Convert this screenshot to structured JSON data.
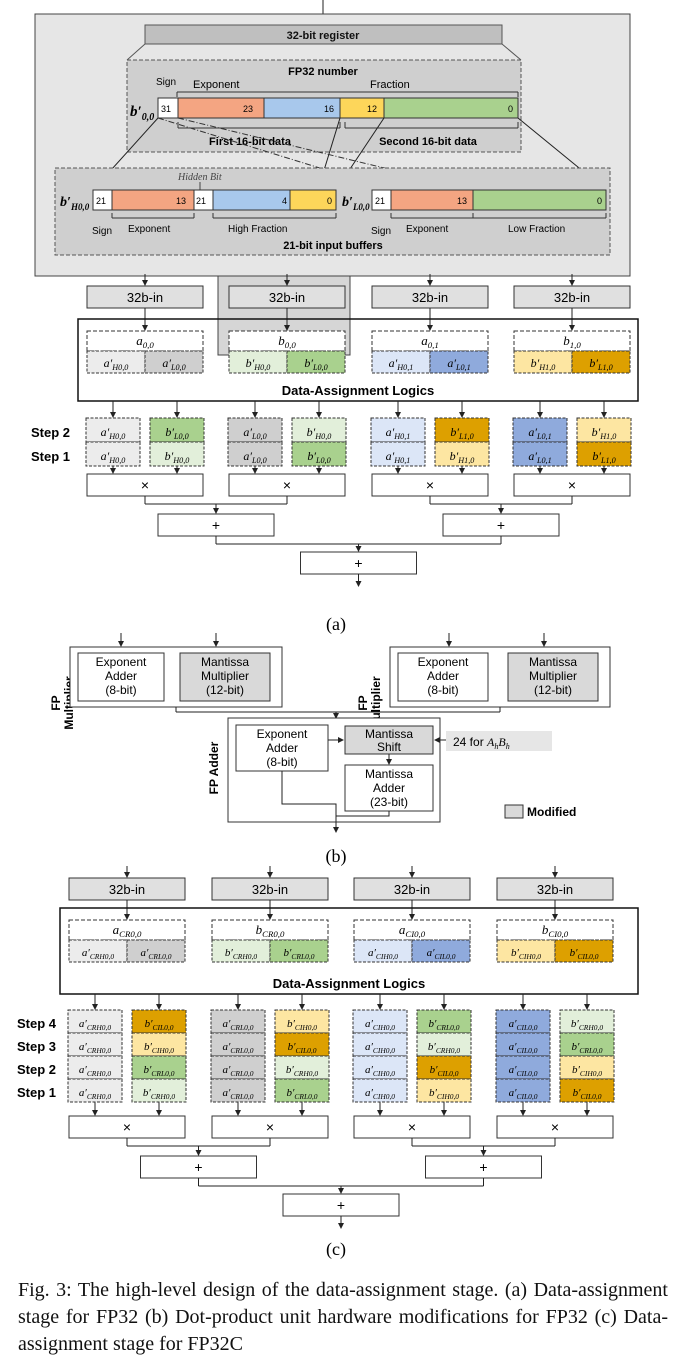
{
  "colors": {
    "orange": "#f4a582",
    "blue": "#a8c8ec",
    "yellow": "#fdd65a",
    "green": "#a9d18e",
    "lightgray": "#ececec",
    "gray": "#cfcfcf",
    "lightgreen": "#e2efda",
    "lightblue": "#dce6f7",
    "blue2": "#8faadc",
    "lightyellow": "#fde6a2",
    "gold": "#dda000",
    "panel": "#e6e6e6",
    "modified": "#d9d9d9"
  },
  "a": {
    "register": "32-bit register",
    "fp32_number": "FP32 number",
    "b00": "b′",
    "b00_sub": "0,0",
    "sign": "Sign",
    "exponent": "Exponent",
    "fraction": "Fraction",
    "n31": "31",
    "n23": "23",
    "n16": "16",
    "n12": "12",
    "n0": "0",
    "first16": "First 16-bit data",
    "second16": "Second 16-bit data",
    "hidden_bit": "Hidden Bit",
    "bH": "b′",
    "bH_sub": "H0,0",
    "bL": "b′",
    "bL_sub": "L0,0",
    "n21": "21",
    "n13": "13",
    "n4": "4",
    "high_fraction": "High Fraction",
    "low_fraction": "Low Fraction",
    "buffers": "21-bit input buffers",
    "in_label": "32b-in",
    "dal": "Data-Assignment Logics",
    "step2": "Step 2",
    "step1": "Step 1",
    "mul": "×",
    "add": "+",
    "groups": [
      {
        "top": "a",
        "top_sub": "0,0",
        "cells": [
          {
            "t": "a′",
            "s": "H0,0",
            "c": "lightgray"
          },
          {
            "t": "a′",
            "s": "L0,0",
            "c": "gray"
          }
        ],
        "steps": [
          [
            {
              "t": "a′",
              "s": "H0,0",
              "c": "lightgray"
            },
            {
              "t": "b′",
              "s": "L0,0",
              "c": "green"
            }
          ],
          [
            {
              "t": "a′",
              "s": "H0,0",
              "c": "lightgray"
            },
            {
              "t": "b′",
              "s": "H0,0",
              "c": "lightgreen"
            }
          ]
        ]
      },
      {
        "top": "b",
        "top_sub": "0,0",
        "cells": [
          {
            "t": "b′",
            "s": "H0,0",
            "c": "lightgreen"
          },
          {
            "t": "b′",
            "s": "L0,0",
            "c": "green"
          }
        ],
        "steps": [
          [
            {
              "t": "a′",
              "s": "L0,0",
              "c": "gray"
            },
            {
              "t": "b′",
              "s": "H0,0",
              "c": "lightgreen"
            }
          ],
          [
            {
              "t": "a′",
              "s": "L0,0",
              "c": "gray"
            },
            {
              "t": "b′",
              "s": "L0,0",
              "c": "green"
            }
          ]
        ]
      },
      {
        "top": "a",
        "top_sub": "0,1",
        "cells": [
          {
            "t": "a′",
            "s": "H0,1",
            "c": "lightblue"
          },
          {
            "t": "a′",
            "s": "L0,1",
            "c": "blue2"
          }
        ],
        "steps": [
          [
            {
              "t": "a′",
              "s": "H0,1",
              "c": "lightblue"
            },
            {
              "t": "b′",
              "s": "L1,0",
              "c": "gold"
            }
          ],
          [
            {
              "t": "a′",
              "s": "H0,1",
              "c": "lightblue"
            },
            {
              "t": "b′",
              "s": "H1,0",
              "c": "lightyellow"
            }
          ]
        ]
      },
      {
        "top": "b",
        "top_sub": "1,0",
        "cells": [
          {
            "t": "b′",
            "s": "H1,0",
            "c": "lightyellow"
          },
          {
            "t": "b′",
            "s": "L1,0",
            "c": "gold"
          }
        ],
        "steps": [
          [
            {
              "t": "a′",
              "s": "L0,1",
              "c": "blue2"
            },
            {
              "t": "b′",
              "s": "H1,0",
              "c": "lightyellow"
            }
          ],
          [
            {
              "t": "a′",
              "s": "L0,1",
              "c": "blue2"
            },
            {
              "t": "b′",
              "s": "L1,0",
              "c": "gold"
            }
          ]
        ]
      }
    ],
    "label": "(a)"
  },
  "b": {
    "fp_multiplier": "FP",
    "fp_multiplier2": "Multiplier",
    "exp_adder": [
      "Exponent",
      "Adder",
      "(8-bit)"
    ],
    "mant_mult": [
      "Mantissa",
      "Multiplier",
      "(12-bit)"
    ],
    "fp_adder": "FP Adder",
    "adder_exp": [
      "Exponent",
      "Adder",
      "(8-bit)"
    ],
    "mant_shift": [
      "Mantissa",
      "Shift"
    ],
    "shift_note": "24 for ",
    "shift_note_math": "A",
    "shift_note_sub1": "h",
    "shift_note_math2": "B",
    "shift_note_sub2": "h",
    "mant_adder": [
      "Mantissa",
      "Adder",
      "(23-bit)"
    ],
    "modified": "Modified",
    "label": "(b)"
  },
  "c": {
    "in_label": "32b-in",
    "dal": "Data-Assignment Logics",
    "steps": [
      "Step 4",
      "Step 3",
      "Step 2",
      "Step 1"
    ],
    "mul": "×",
    "add": "+",
    "groups": [
      {
        "top": "a",
        "top_sub": "CR0,0",
        "cells": [
          {
            "t": "a′",
            "s": "CRH0,0",
            "c": "lightgray"
          },
          {
            "t": "a′",
            "s": "CRL0,0",
            "c": "gray"
          }
        ],
        "steps": [
          [
            {
              "t": "a′",
              "s": "CRH0,0",
              "c": "lightgray"
            },
            {
              "t": "b′",
              "s": "CIL0,0",
              "c": "gold"
            }
          ],
          [
            {
              "t": "a′",
              "s": "CRH0,0",
              "c": "lightgray"
            },
            {
              "t": "b′",
              "s": "CIH0,0",
              "c": "lightyellow"
            }
          ],
          [
            {
              "t": "a′",
              "s": "CRH0,0",
              "c": "lightgray"
            },
            {
              "t": "b′",
              "s": "CRL0,0",
              "c": "green"
            }
          ],
          [
            {
              "t": "a′",
              "s": "CRH0,0",
              "c": "lightgray"
            },
            {
              "t": "b′",
              "s": "CRH0,0",
              "c": "lightgreen"
            }
          ]
        ]
      },
      {
        "top": "b",
        "top_sub": "CR0,0",
        "cells": [
          {
            "t": "b′",
            "s": "CRH0,0",
            "c": "lightgreen"
          },
          {
            "t": "b′",
            "s": "CRL0,0",
            "c": "green"
          }
        ],
        "steps": [
          [
            {
              "t": "a′",
              "s": "CRL0,0",
              "c": "gray"
            },
            {
              "t": "b′",
              "s": "CIH0,0",
              "c": "lightyellow"
            }
          ],
          [
            {
              "t": "a′",
              "s": "CRL0,0",
              "c": "gray"
            },
            {
              "t": "b′",
              "s": "CIL0,0",
              "c": "gold"
            }
          ],
          [
            {
              "t": "a′",
              "s": "CRL0,0",
              "c": "gray"
            },
            {
              "t": "b′",
              "s": "CRH0,0",
              "c": "lightgreen"
            }
          ],
          [
            {
              "t": "a′",
              "s": "CRL0,0",
              "c": "gray"
            },
            {
              "t": "b′",
              "s": "CRL0,0",
              "c": "green"
            }
          ]
        ]
      },
      {
        "top": "a",
        "top_sub": "CI0,0",
        "cells": [
          {
            "t": "a′",
            "s": "CIH0,0",
            "c": "lightblue"
          },
          {
            "t": "a′",
            "s": "CIL0,0",
            "c": "blue2"
          }
        ],
        "steps": [
          [
            {
              "t": "a′",
              "s": "CIH0,0",
              "c": "lightblue"
            },
            {
              "t": "b′",
              "s": "CRL0,0",
              "c": "green"
            }
          ],
          [
            {
              "t": "a′",
              "s": "CIH0,0",
              "c": "lightblue"
            },
            {
              "t": "b′",
              "s": "CRH0,0",
              "c": "lightgreen"
            }
          ],
          [
            {
              "t": "a′",
              "s": "CIH0,0",
              "c": "lightblue"
            },
            {
              "t": "b′",
              "s": "CIL0,0",
              "c": "gold"
            }
          ],
          [
            {
              "t": "a′",
              "s": "CIH0,0",
              "c": "lightblue"
            },
            {
              "t": "b′",
              "s": "CIH0,0",
              "c": "lightyellow"
            }
          ]
        ]
      },
      {
        "top": "b",
        "top_sub": "CI0,0",
        "cells": [
          {
            "t": "b′",
            "s": "CIH0,0",
            "c": "lightyellow"
          },
          {
            "t": "b′",
            "s": "CIL0,0",
            "c": "gold"
          }
        ],
        "steps": [
          [
            {
              "t": "a′",
              "s": "CIL0,0",
              "c": "blue2"
            },
            {
              "t": "b′",
              "s": "CRH0,0",
              "c": "lightgreen"
            }
          ],
          [
            {
              "t": "a′",
              "s": "CIL0,0",
              "c": "blue2"
            },
            {
              "t": "b′",
              "s": "CRL0,0",
              "c": "green"
            }
          ],
          [
            {
              "t": "a′",
              "s": "CIL0,0",
              "c": "blue2"
            },
            {
              "t": "b′",
              "s": "CIH0,0",
              "c": "lightyellow"
            }
          ],
          [
            {
              "t": "a′",
              "s": "CIL0,0",
              "c": "blue2"
            },
            {
              "t": "b′",
              "s": "CIL0,0",
              "c": "gold"
            }
          ]
        ]
      }
    ],
    "label": "(c)"
  },
  "caption": "Fig. 3: The high-level design of the data-assignment stage. (a) Data-assignment stage for FP32 (b) Dot-product unit hardware modifications for FP32 (c) Data-assignment stage for FP32C"
}
